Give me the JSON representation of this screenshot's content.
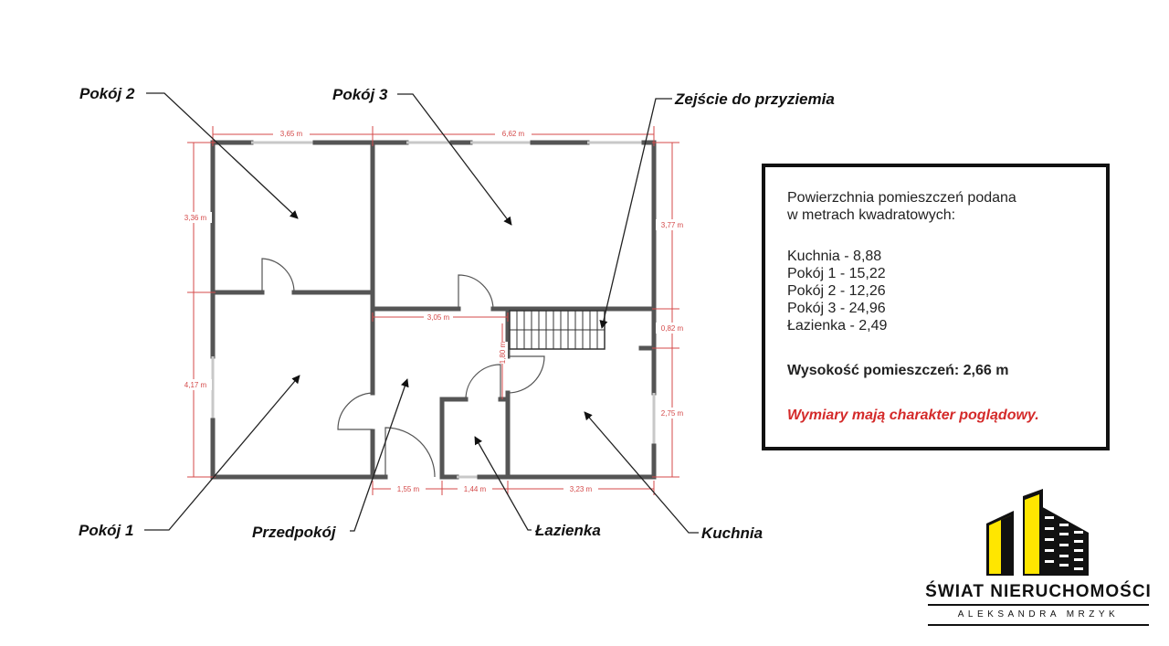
{
  "rooms": {
    "pokoj2": "Pokój 2",
    "pokoj3": "Pokój 3",
    "zejscie": "Zejście do przyziemia",
    "pokoj1": "Pokój 1",
    "przedpokoj": "Przedpokój",
    "lazienka": "Łazienka",
    "kuchnia": "Kuchnia"
  },
  "dimensions": {
    "top_left": "3,65 m",
    "top_right": "6,62 m",
    "left_upper": "3,36 m",
    "left_lower": "4,17 m",
    "right_upper": "3,77 m",
    "right_mid": "0,82 m",
    "right_lower": "2,75 m",
    "hall": "3,05 m",
    "stairs": "1,80 m",
    "bottom_1": "1,55 m",
    "bottom_2": "1,44 m",
    "bottom_3": "3,23 m"
  },
  "info": {
    "line1": "Powierzchnia pomieszczeń podana",
    "line2": "w metrach kwadratowych:",
    "areas": [
      "Kuchnia - 8,88",
      "Pokój 1 - 15,22",
      "Pokój 2 - 12,26",
      "Pokój 3 - 24,96",
      "Łazienka - 2,49"
    ],
    "height": "Wysokość pomieszczeń: 2,66 m",
    "note": "Wymiary mają charakter poglądowy."
  },
  "logo": {
    "name": "ŚWIAT NIERUCHOMOŚCI",
    "subtitle": "ALEKSANDRA MRZYK",
    "colors": {
      "yellow": "#ffe600",
      "black": "#111111"
    }
  },
  "colors": {
    "dimension": "#d44a4a",
    "wall": "#555555",
    "note": "#d42a2a"
  }
}
